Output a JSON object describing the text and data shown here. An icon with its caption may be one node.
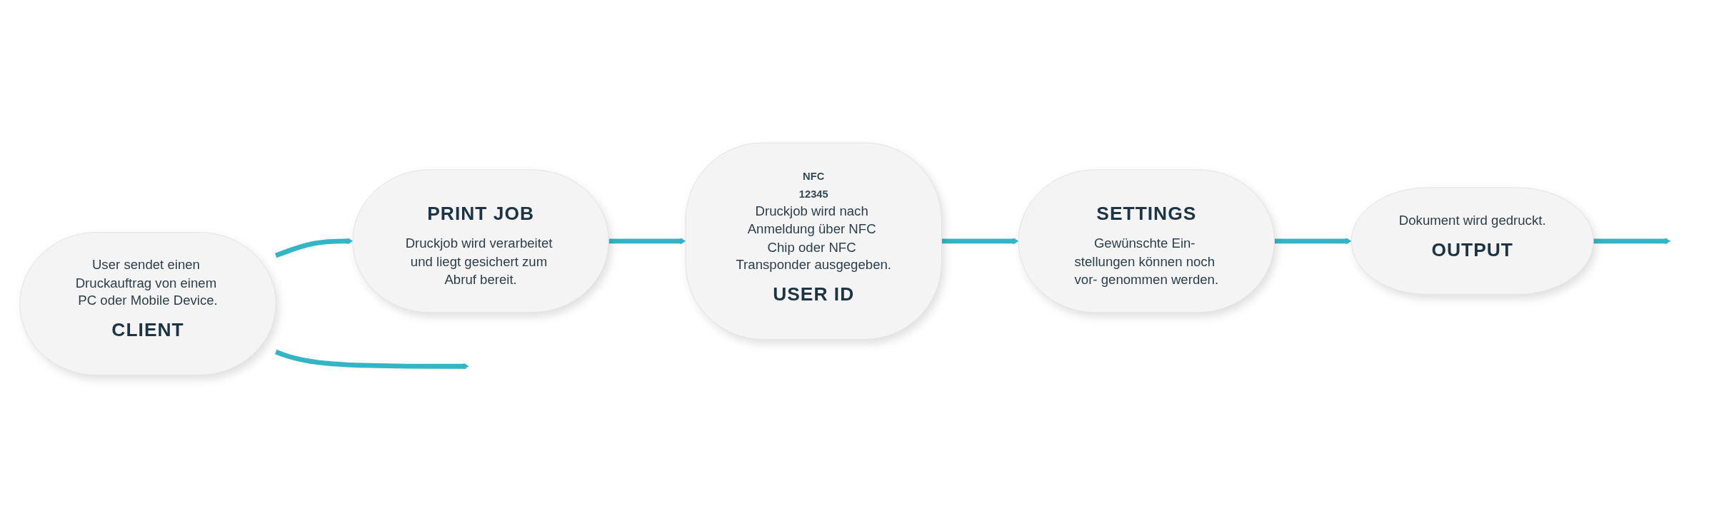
{
  "diagram": {
    "nodes": [
      {
        "text": [
          "User sendet einen Druckauftrag von einem PC oder Mobile Device.",
          "CLIENT"
        ]
      },
      {
        "text": [
          "PRINT JOB",
          "Druckjob wird verarbeitet und liegt gesichert zum Abruf bereit."
        ]
      },
      {
        "text": [
          "NFC",
          "12345",
          "Druckjob wird nach Anmeldung über NFC Chip oder NFC Transponder ausgegeben.",
          "USER ID"
        ]
      },
      {
        "text": [
          "SETTINGS",
          "Gewünschte Ein- stellungen können noch vor- genommen werden."
        ]
      },
      {
        "text": [
          "Dokument wird gedruckt.",
          "OUTPUT"
        ]
      }
    ],
    "edges": [
      {
        "from": 0,
        "to": null,
        "arrow": "to"
      },
      {
        "from": 0,
        "to": 1,
        "arrow": "to"
      },
      {
        "from": 1,
        "to": 2,
        "arrow": "to"
      },
      {
        "from": 2,
        "to": 3,
        "arrow": "to"
      },
      {
        "from": 3,
        "to": 4,
        "arrow": "to"
      },
      {
        "from": 4,
        "to": null,
        "arrow": "to"
      }
    ]
  }
}
